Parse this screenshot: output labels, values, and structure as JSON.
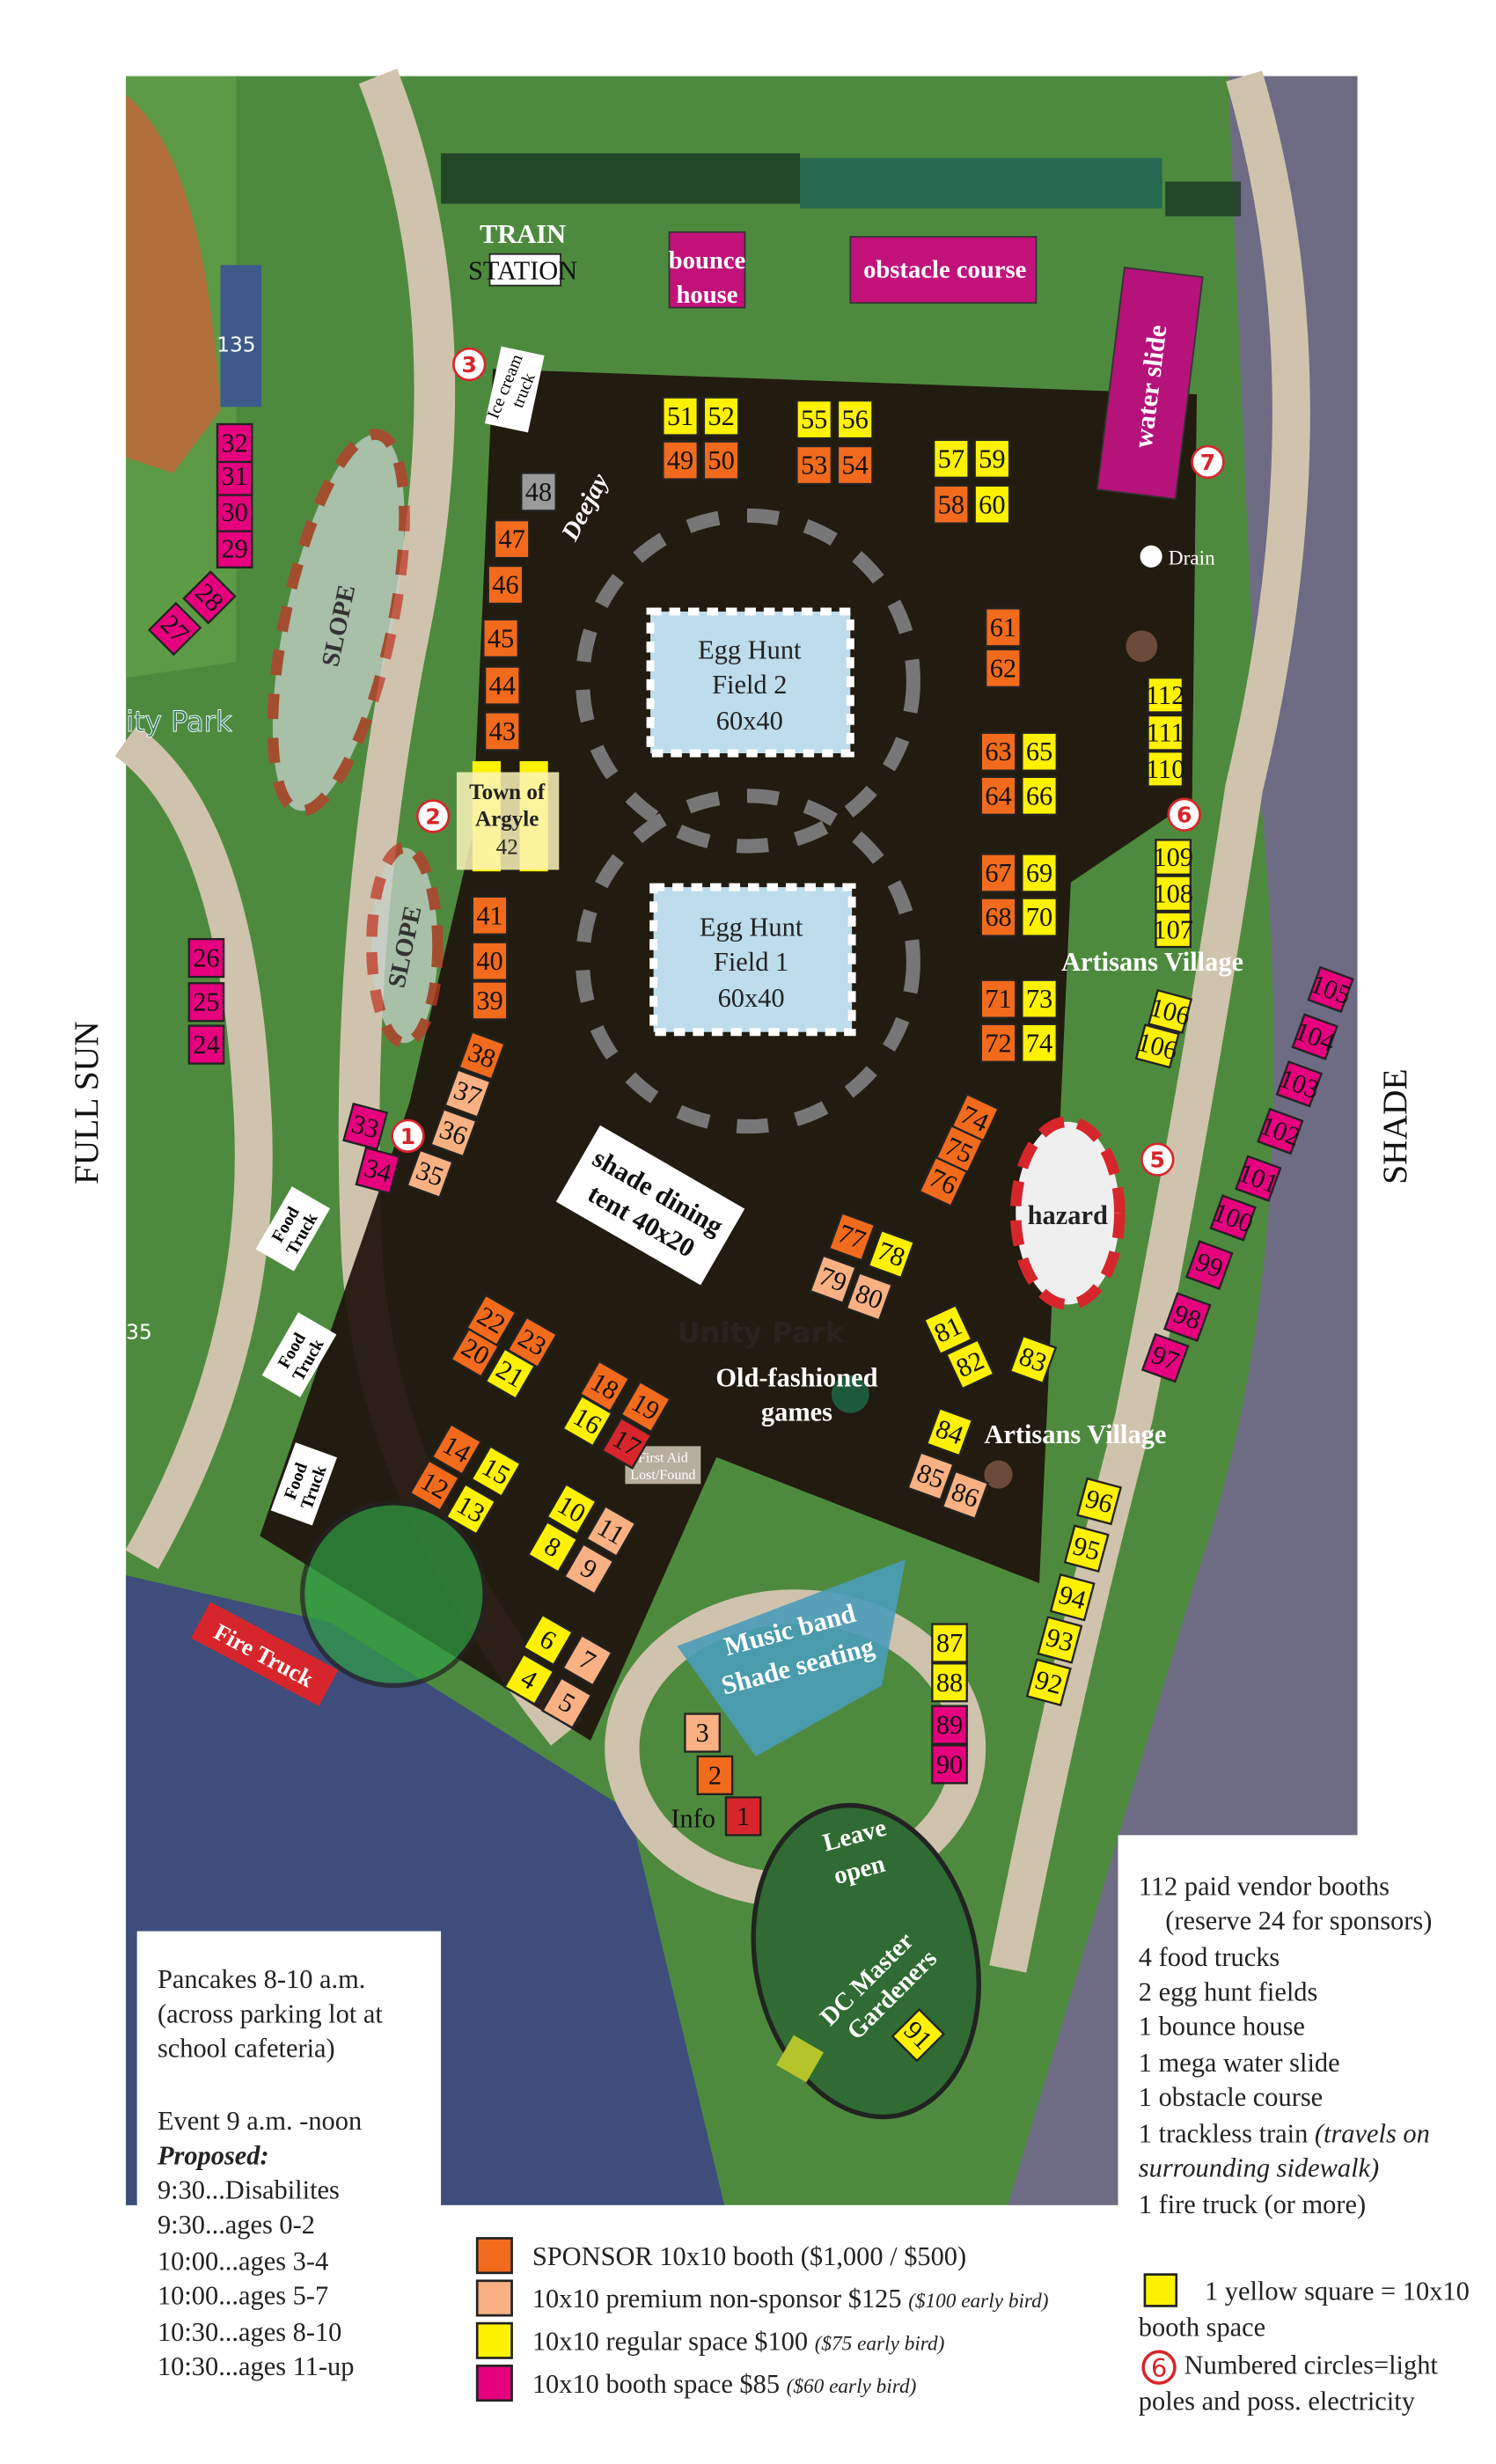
{
  "side_labels": {
    "left": "FULL SUN",
    "right": "SHADE"
  },
  "map_labels": {
    "train_station_1": "TRAIN",
    "train_station_2": "STATION",
    "bounce_house_1": "bounce",
    "bounce_house_2": "house",
    "obstacle_course": "obstacle course",
    "water_slide": "water slide",
    "ice_cream_1": "Ice cream",
    "ice_cream_2": "truck",
    "deejay": "Deejay",
    "drain": "Drain",
    "lot_number": "135",
    "lot_number_2": "35",
    "park_name": "ity Park",
    "park_name_faint": "Unity Park",
    "slope": "SLOPE",
    "egg_hunt_2": [
      "Egg Hunt",
      "Field 2",
      "60x40"
    ],
    "egg_hunt_1": [
      "Egg Hunt",
      "Field 1",
      "60x40"
    ],
    "town_of_argyle": [
      "Town of",
      "Argyle",
      "42"
    ],
    "shade_tent": [
      "shade dining",
      "tent 40x20"
    ],
    "hazard": "hazard",
    "artisans_village": "Artisans Village",
    "food_truck": [
      "Food",
      "Truck"
    ],
    "fire_truck": "Fire Truck",
    "old_fashioned_games": [
      "Old-fashioned",
      "games"
    ],
    "first_aid": [
      "First Aid",
      "Lost/Found"
    ],
    "music_band": [
      "Music band",
      "Shade seating"
    ],
    "leave_open": [
      "Leave",
      "open"
    ],
    "gardeners": [
      "DC Master",
      "Gardeners"
    ],
    "info": "Info"
  },
  "light_poles": [
    "1",
    "2",
    "3",
    "5",
    "6",
    "7"
  ],
  "booth_colors": {
    "sponsor": "#f26b1d",
    "premium": "#f9b183",
    "regular": "#fff200",
    "booth85": "#e6007e",
    "info": "#d7262b",
    "deejay": "#9a9a9a"
  },
  "booths": [
    {
      "n": "1",
      "type": "info"
    },
    {
      "n": "2",
      "type": "sponsor"
    },
    {
      "n": "3",
      "type": "premium"
    },
    {
      "n": "4",
      "type": "regular"
    },
    {
      "n": "5",
      "type": "premium"
    },
    {
      "n": "6",
      "type": "regular"
    },
    {
      "n": "7",
      "type": "premium"
    },
    {
      "n": "8",
      "type": "regular"
    },
    {
      "n": "9",
      "type": "premium"
    },
    {
      "n": "10",
      "type": "regular"
    },
    {
      "n": "11",
      "type": "premium"
    },
    {
      "n": "12",
      "type": "sponsor"
    },
    {
      "n": "13",
      "type": "regular"
    },
    {
      "n": "14",
      "type": "sponsor"
    },
    {
      "n": "15",
      "type": "regular"
    },
    {
      "n": "16",
      "type": "regular"
    },
    {
      "n": "17",
      "type": "info"
    },
    {
      "n": "18",
      "type": "sponsor"
    },
    {
      "n": "19",
      "type": "sponsor"
    },
    {
      "n": "20",
      "type": "sponsor"
    },
    {
      "n": "21",
      "type": "regular"
    },
    {
      "n": "22",
      "type": "sponsor"
    },
    {
      "n": "23",
      "type": "sponsor"
    },
    {
      "n": "24",
      "type": "booth85"
    },
    {
      "n": "25",
      "type": "booth85"
    },
    {
      "n": "26",
      "type": "booth85"
    },
    {
      "n": "27",
      "type": "booth85"
    },
    {
      "n": "28",
      "type": "booth85"
    },
    {
      "n": "29",
      "type": "booth85"
    },
    {
      "n": "30",
      "type": "booth85"
    },
    {
      "n": "31",
      "type": "booth85"
    },
    {
      "n": "32",
      "type": "booth85"
    },
    {
      "n": "33",
      "type": "booth85"
    },
    {
      "n": "34",
      "type": "booth85"
    },
    {
      "n": "35",
      "type": "premium"
    },
    {
      "n": "36",
      "type": "premium"
    },
    {
      "n": "37",
      "type": "premium"
    },
    {
      "n": "38",
      "type": "sponsor"
    },
    {
      "n": "39",
      "type": "sponsor"
    },
    {
      "n": "40",
      "type": "sponsor"
    },
    {
      "n": "41",
      "type": "sponsor"
    },
    {
      "n": "43",
      "type": "sponsor"
    },
    {
      "n": "44",
      "type": "sponsor"
    },
    {
      "n": "45",
      "type": "sponsor"
    },
    {
      "n": "46",
      "type": "sponsor"
    },
    {
      "n": "47",
      "type": "sponsor"
    },
    {
      "n": "48",
      "type": "deejay"
    },
    {
      "n": "49",
      "type": "sponsor"
    },
    {
      "n": "50",
      "type": "sponsor"
    },
    {
      "n": "51",
      "type": "regular"
    },
    {
      "n": "52",
      "type": "regular"
    },
    {
      "n": "53",
      "type": "sponsor"
    },
    {
      "n": "54",
      "type": "sponsor"
    },
    {
      "n": "55",
      "type": "regular"
    },
    {
      "n": "56",
      "type": "regular"
    },
    {
      "n": "57",
      "type": "regular"
    },
    {
      "n": "58",
      "type": "sponsor"
    },
    {
      "n": "59",
      "type": "regular"
    },
    {
      "n": "60",
      "type": "regular"
    },
    {
      "n": "61",
      "type": "sponsor"
    },
    {
      "n": "62",
      "type": "sponsor"
    },
    {
      "n": "63",
      "type": "sponsor"
    },
    {
      "n": "64",
      "type": "sponsor"
    },
    {
      "n": "65",
      "type": "regular"
    },
    {
      "n": "66",
      "type": "regular"
    },
    {
      "n": "67",
      "type": "sponsor"
    },
    {
      "n": "68",
      "type": "sponsor"
    },
    {
      "n": "69",
      "type": "regular"
    },
    {
      "n": "70",
      "type": "regular"
    },
    {
      "n": "71",
      "type": "sponsor"
    },
    {
      "n": "72",
      "type": "sponsor"
    },
    {
      "n": "73",
      "type": "regular"
    },
    {
      "n": "74",
      "type": "regular"
    },
    {
      "n": "74",
      "type": "sponsor"
    },
    {
      "n": "75",
      "type": "sponsor"
    },
    {
      "n": "76",
      "type": "sponsor"
    },
    {
      "n": "77",
      "type": "sponsor"
    },
    {
      "n": "78",
      "type": "regular"
    },
    {
      "n": "79",
      "type": "premium"
    },
    {
      "n": "80",
      "type": "premium"
    },
    {
      "n": "81",
      "type": "regular"
    },
    {
      "n": "82",
      "type": "regular"
    },
    {
      "n": "83",
      "type": "regular"
    },
    {
      "n": "84",
      "type": "regular"
    },
    {
      "n": "85",
      "type": "premium"
    },
    {
      "n": "86",
      "type": "premium"
    },
    {
      "n": "87",
      "type": "regular"
    },
    {
      "n": "88",
      "type": "regular"
    },
    {
      "n": "89",
      "type": "booth85"
    },
    {
      "n": "90",
      "type": "booth85"
    },
    {
      "n": "91",
      "type": "regular"
    },
    {
      "n": "92",
      "type": "regular"
    },
    {
      "n": "93",
      "type": "regular"
    },
    {
      "n": "94",
      "type": "regular"
    },
    {
      "n": "95",
      "type": "regular"
    },
    {
      "n": "96",
      "type": "regular"
    },
    {
      "n": "97",
      "type": "booth85"
    },
    {
      "n": "98",
      "type": "booth85"
    },
    {
      "n": "99",
      "type": "booth85"
    },
    {
      "n": "100",
      "type": "booth85"
    },
    {
      "n": "101",
      "type": "booth85"
    },
    {
      "n": "102",
      "type": "booth85"
    },
    {
      "n": "103",
      "type": "booth85"
    },
    {
      "n": "104",
      "type": "booth85"
    },
    {
      "n": "105",
      "type": "booth85"
    },
    {
      "n": "106",
      "type": "regular"
    },
    {
      "n": "106",
      "type": "regular"
    },
    {
      "n": "107",
      "type": "regular"
    },
    {
      "n": "108",
      "type": "regular"
    },
    {
      "n": "109",
      "type": "regular"
    },
    {
      "n": "110",
      "type": "regular"
    },
    {
      "n": "111",
      "type": "regular"
    },
    {
      "n": "112",
      "type": "regular"
    }
  ],
  "schedule": {
    "lines": [
      "Pancakes 8-10 a.m.",
      "(across parking lot at",
      "school cafeteria)",
      "",
      "Event 9 a.m. -noon"
    ],
    "proposed_label": "Proposed:",
    "items": [
      "9:30...Disabilites",
      "9:30...ages 0-2",
      "10:00...ages 3-4",
      "10:00...ages 5-7",
      "10:30...ages 8-10",
      "10:30...ages 11-up"
    ]
  },
  "summary": {
    "lines": [
      "112 paid vendor booths",
      "(reserve 24 for sponsors)",
      "4 food trucks",
      "2 egg hunt fields",
      "1 bounce house",
      "1 mega water slide",
      "1 obstacle course"
    ],
    "train": "1 trackless train ",
    "train_note_1": "(travels on",
    "train_note_2": "surrounding sidewalk)",
    "fire": "1 fire truck (or more)"
  },
  "legend": [
    {
      "label": "SPONSOR 10x10 booth ($1,000 / $500)",
      "note": "",
      "color": "#f26b1d"
    },
    {
      "label": "10x10 premium non-sponsor $125 ",
      "note": "($100 early bird)",
      "color": "#f9b183"
    },
    {
      "label": "10x10 regular space $100 ",
      "note": "($75 early bird)",
      "color": "#fff200"
    },
    {
      "label": "10x10 booth space $85  ",
      "note": "($60 early bird)",
      "color": "#e6007e"
    }
  ],
  "key": {
    "yellow_1": "1 yellow square = 10x10",
    "yellow_2": "booth space",
    "circle_num": "6",
    "circle_1": "Numbered circles=light",
    "circle_2": "poles and poss. electricity"
  }
}
